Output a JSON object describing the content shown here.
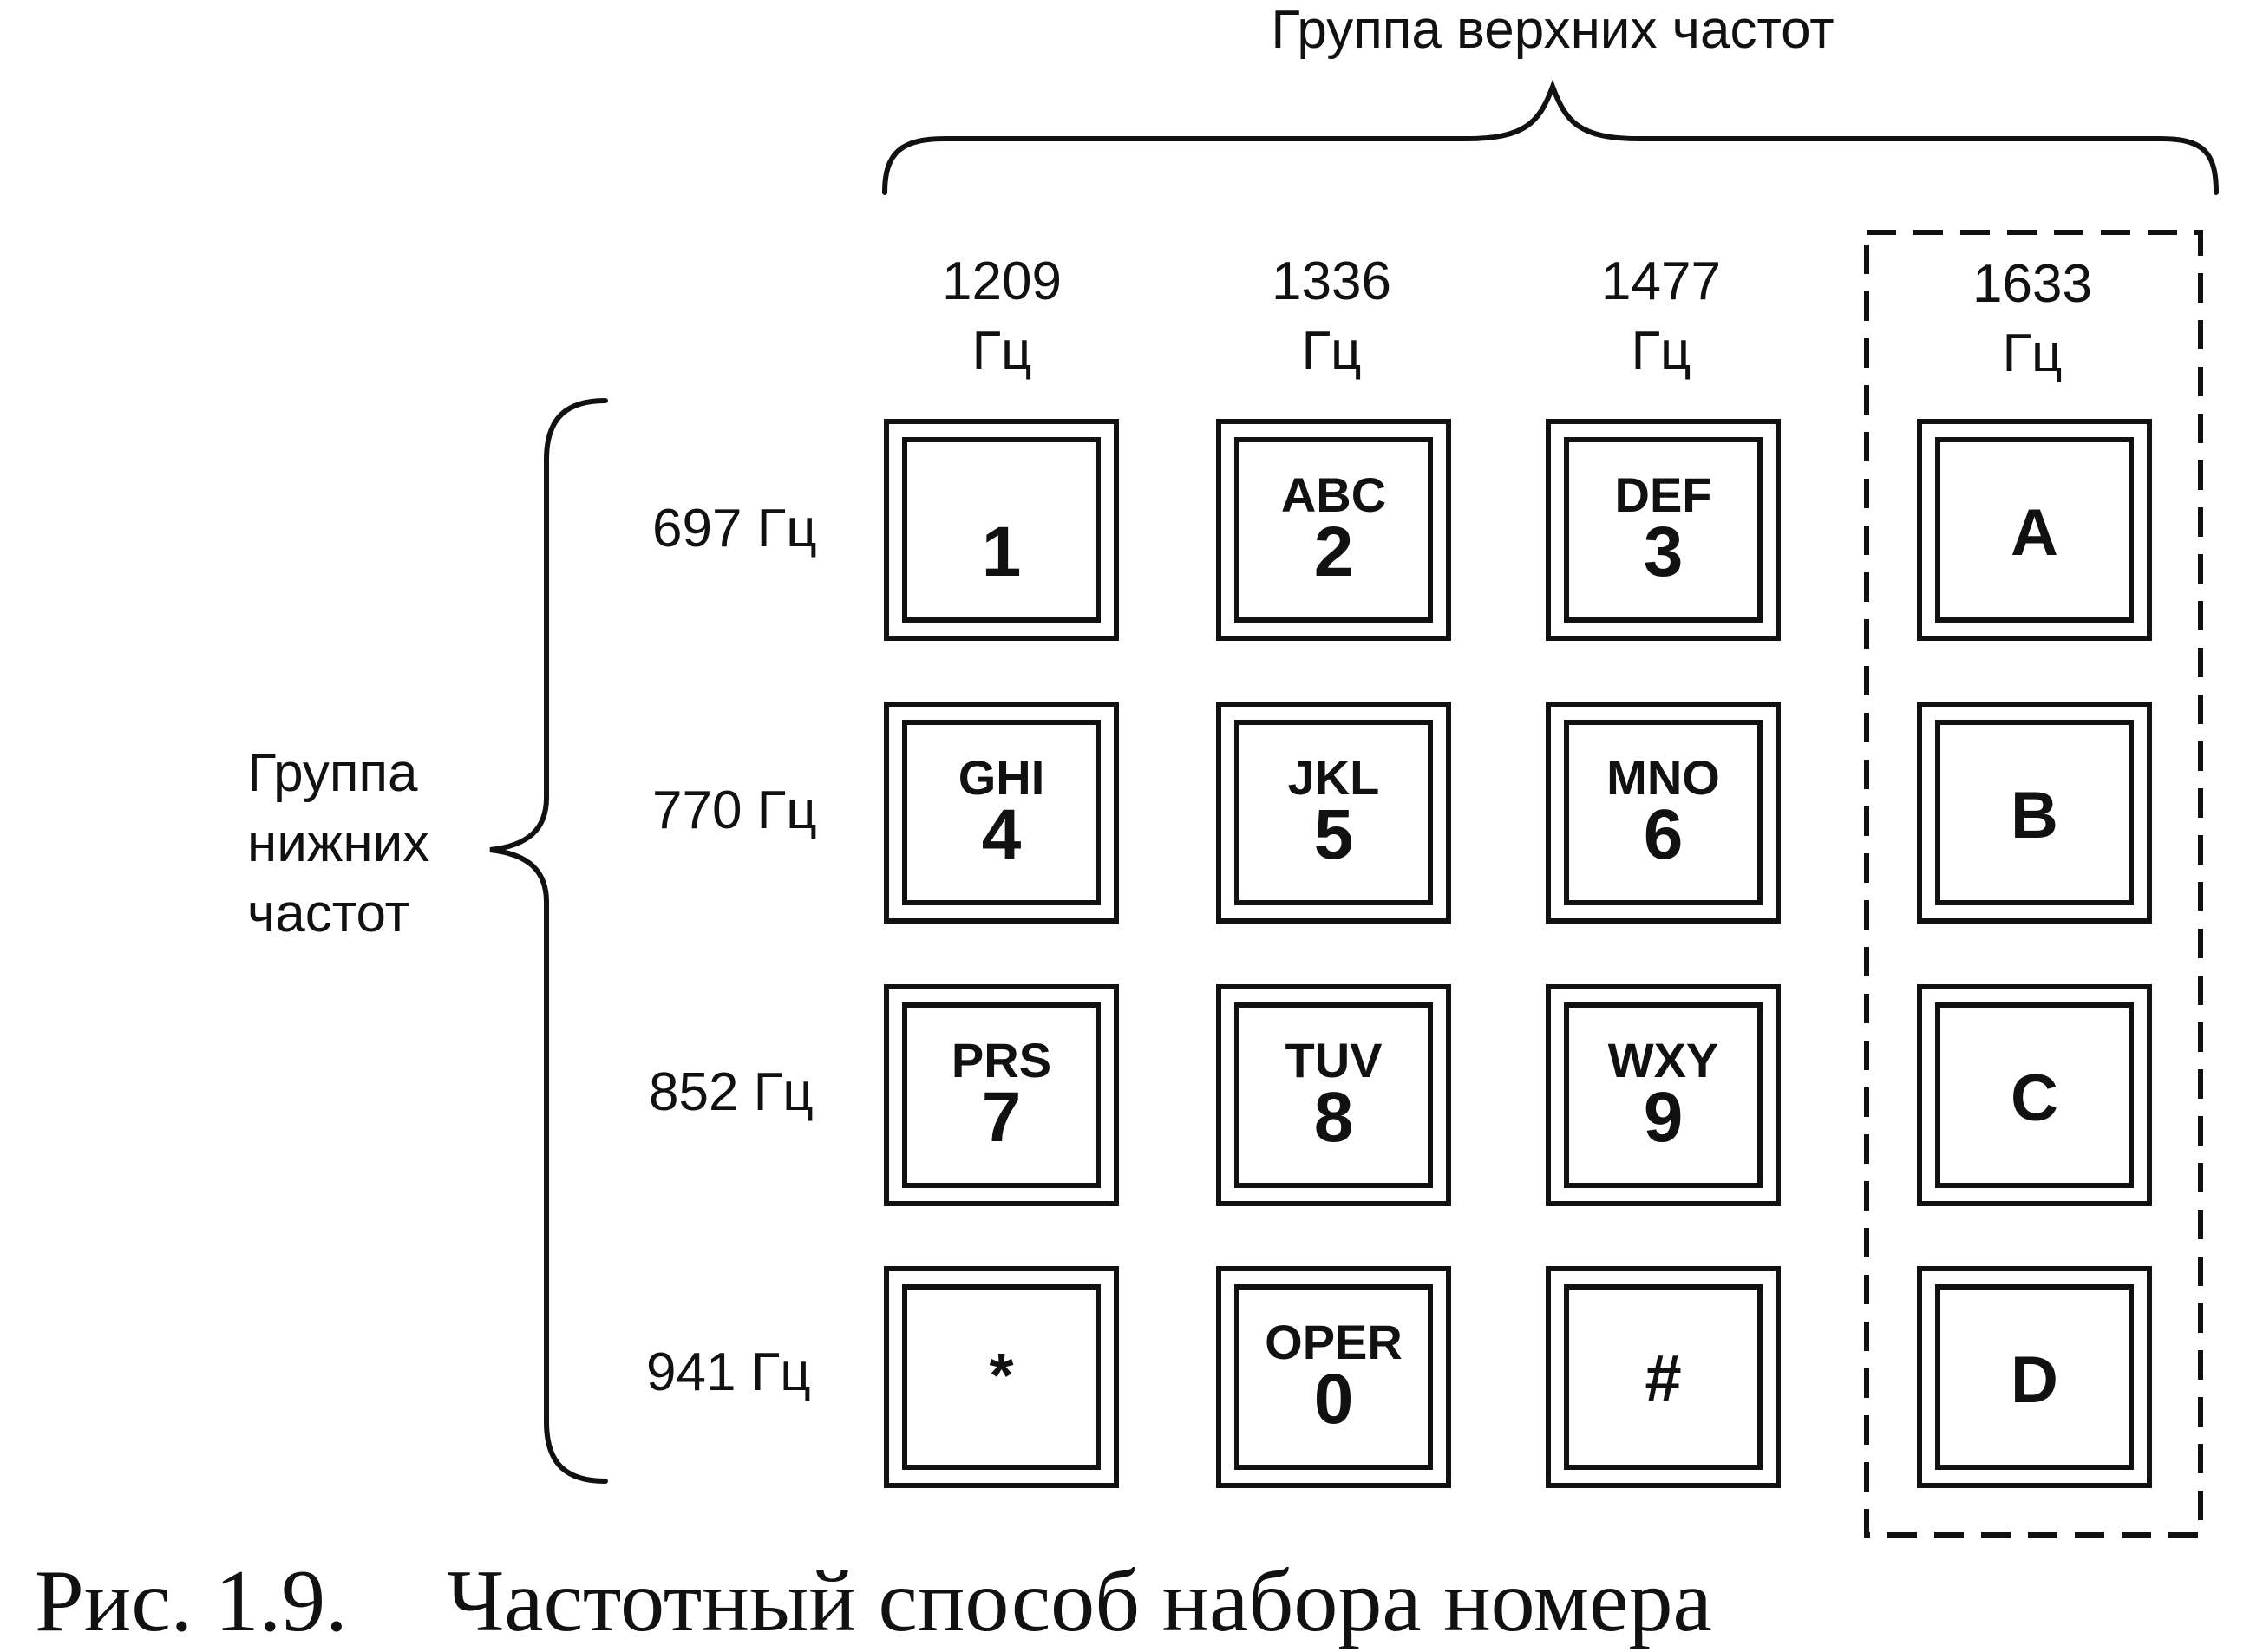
{
  "upper_group": {
    "title": "Группа верхних частот",
    "columns": [
      {
        "freq": "1209",
        "unit": "Гц"
      },
      {
        "freq": "1336",
        "unit": "Гц"
      },
      {
        "freq": "1477",
        "unit": "Гц"
      },
      {
        "freq": "1633",
        "unit": "Гц"
      }
    ]
  },
  "lower_group": {
    "title_lines": [
      "Группа",
      "нижних",
      "частот"
    ],
    "rows": [
      {
        "label": "697 Гц"
      },
      {
        "label": "770 Гц"
      },
      {
        "label": "852 Гц"
      },
      {
        "label": "941 Гц"
      }
    ]
  },
  "keypad": {
    "rows": [
      [
        {
          "letters": "",
          "digit": "1"
        },
        {
          "letters": "ABC",
          "digit": "2"
        },
        {
          "letters": "DEF",
          "digit": "3"
        },
        {
          "letters": "",
          "digit": "A"
        }
      ],
      [
        {
          "letters": "GHI",
          "digit": "4"
        },
        {
          "letters": "JKL",
          "digit": "5"
        },
        {
          "letters": "MNO",
          "digit": "6"
        },
        {
          "letters": "",
          "digit": "B"
        }
      ],
      [
        {
          "letters": "PRS",
          "digit": "7"
        },
        {
          "letters": "TUV",
          "digit": "8"
        },
        {
          "letters": "WXY",
          "digit": "9"
        },
        {
          "letters": "",
          "digit": "C"
        }
      ],
      [
        {
          "letters": "",
          "digit": "*"
        },
        {
          "letters": "OPER",
          "digit": "0"
        },
        {
          "letters": "",
          "digit": "#"
        },
        {
          "letters": "",
          "digit": "D"
        }
      ]
    ]
  },
  "caption": {
    "number": "Рис. 1.9.",
    "text": "Частотный способ набора номера"
  },
  "colors": {
    "ink": "#111111",
    "paper": "#ffffff"
  }
}
